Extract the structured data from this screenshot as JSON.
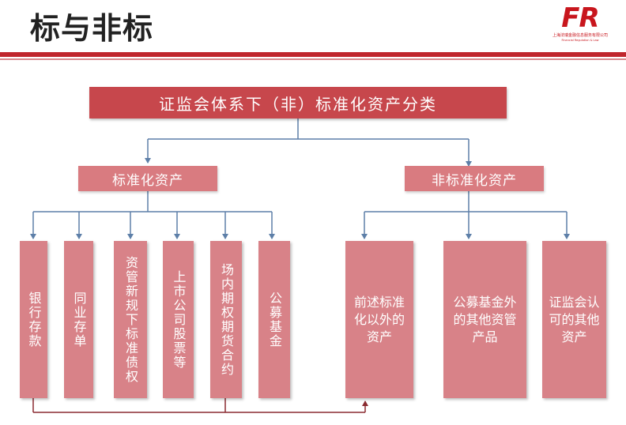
{
  "header": {
    "title": "标与非标",
    "logo_mark": "FR",
    "logo_company": "上海法瑞金融信息服务有限公司",
    "logo_tagline": "Financial Regulation & Law"
  },
  "diagram": {
    "root": "证监会体系下（非）标准化资产分类",
    "standard": {
      "label": "标准化资产",
      "items": [
        "银行存款",
        "同业存单",
        "资管新规下标准债权",
        "上市公司股票等",
        "场内期权期货合约",
        "公募基金"
      ]
    },
    "nonstandard": {
      "label": "非标准化资产",
      "items": [
        "前述标准化以外的资产",
        "公募基金外的其他资管产品",
        "证监会认可的其他资产"
      ]
    }
  }
}
